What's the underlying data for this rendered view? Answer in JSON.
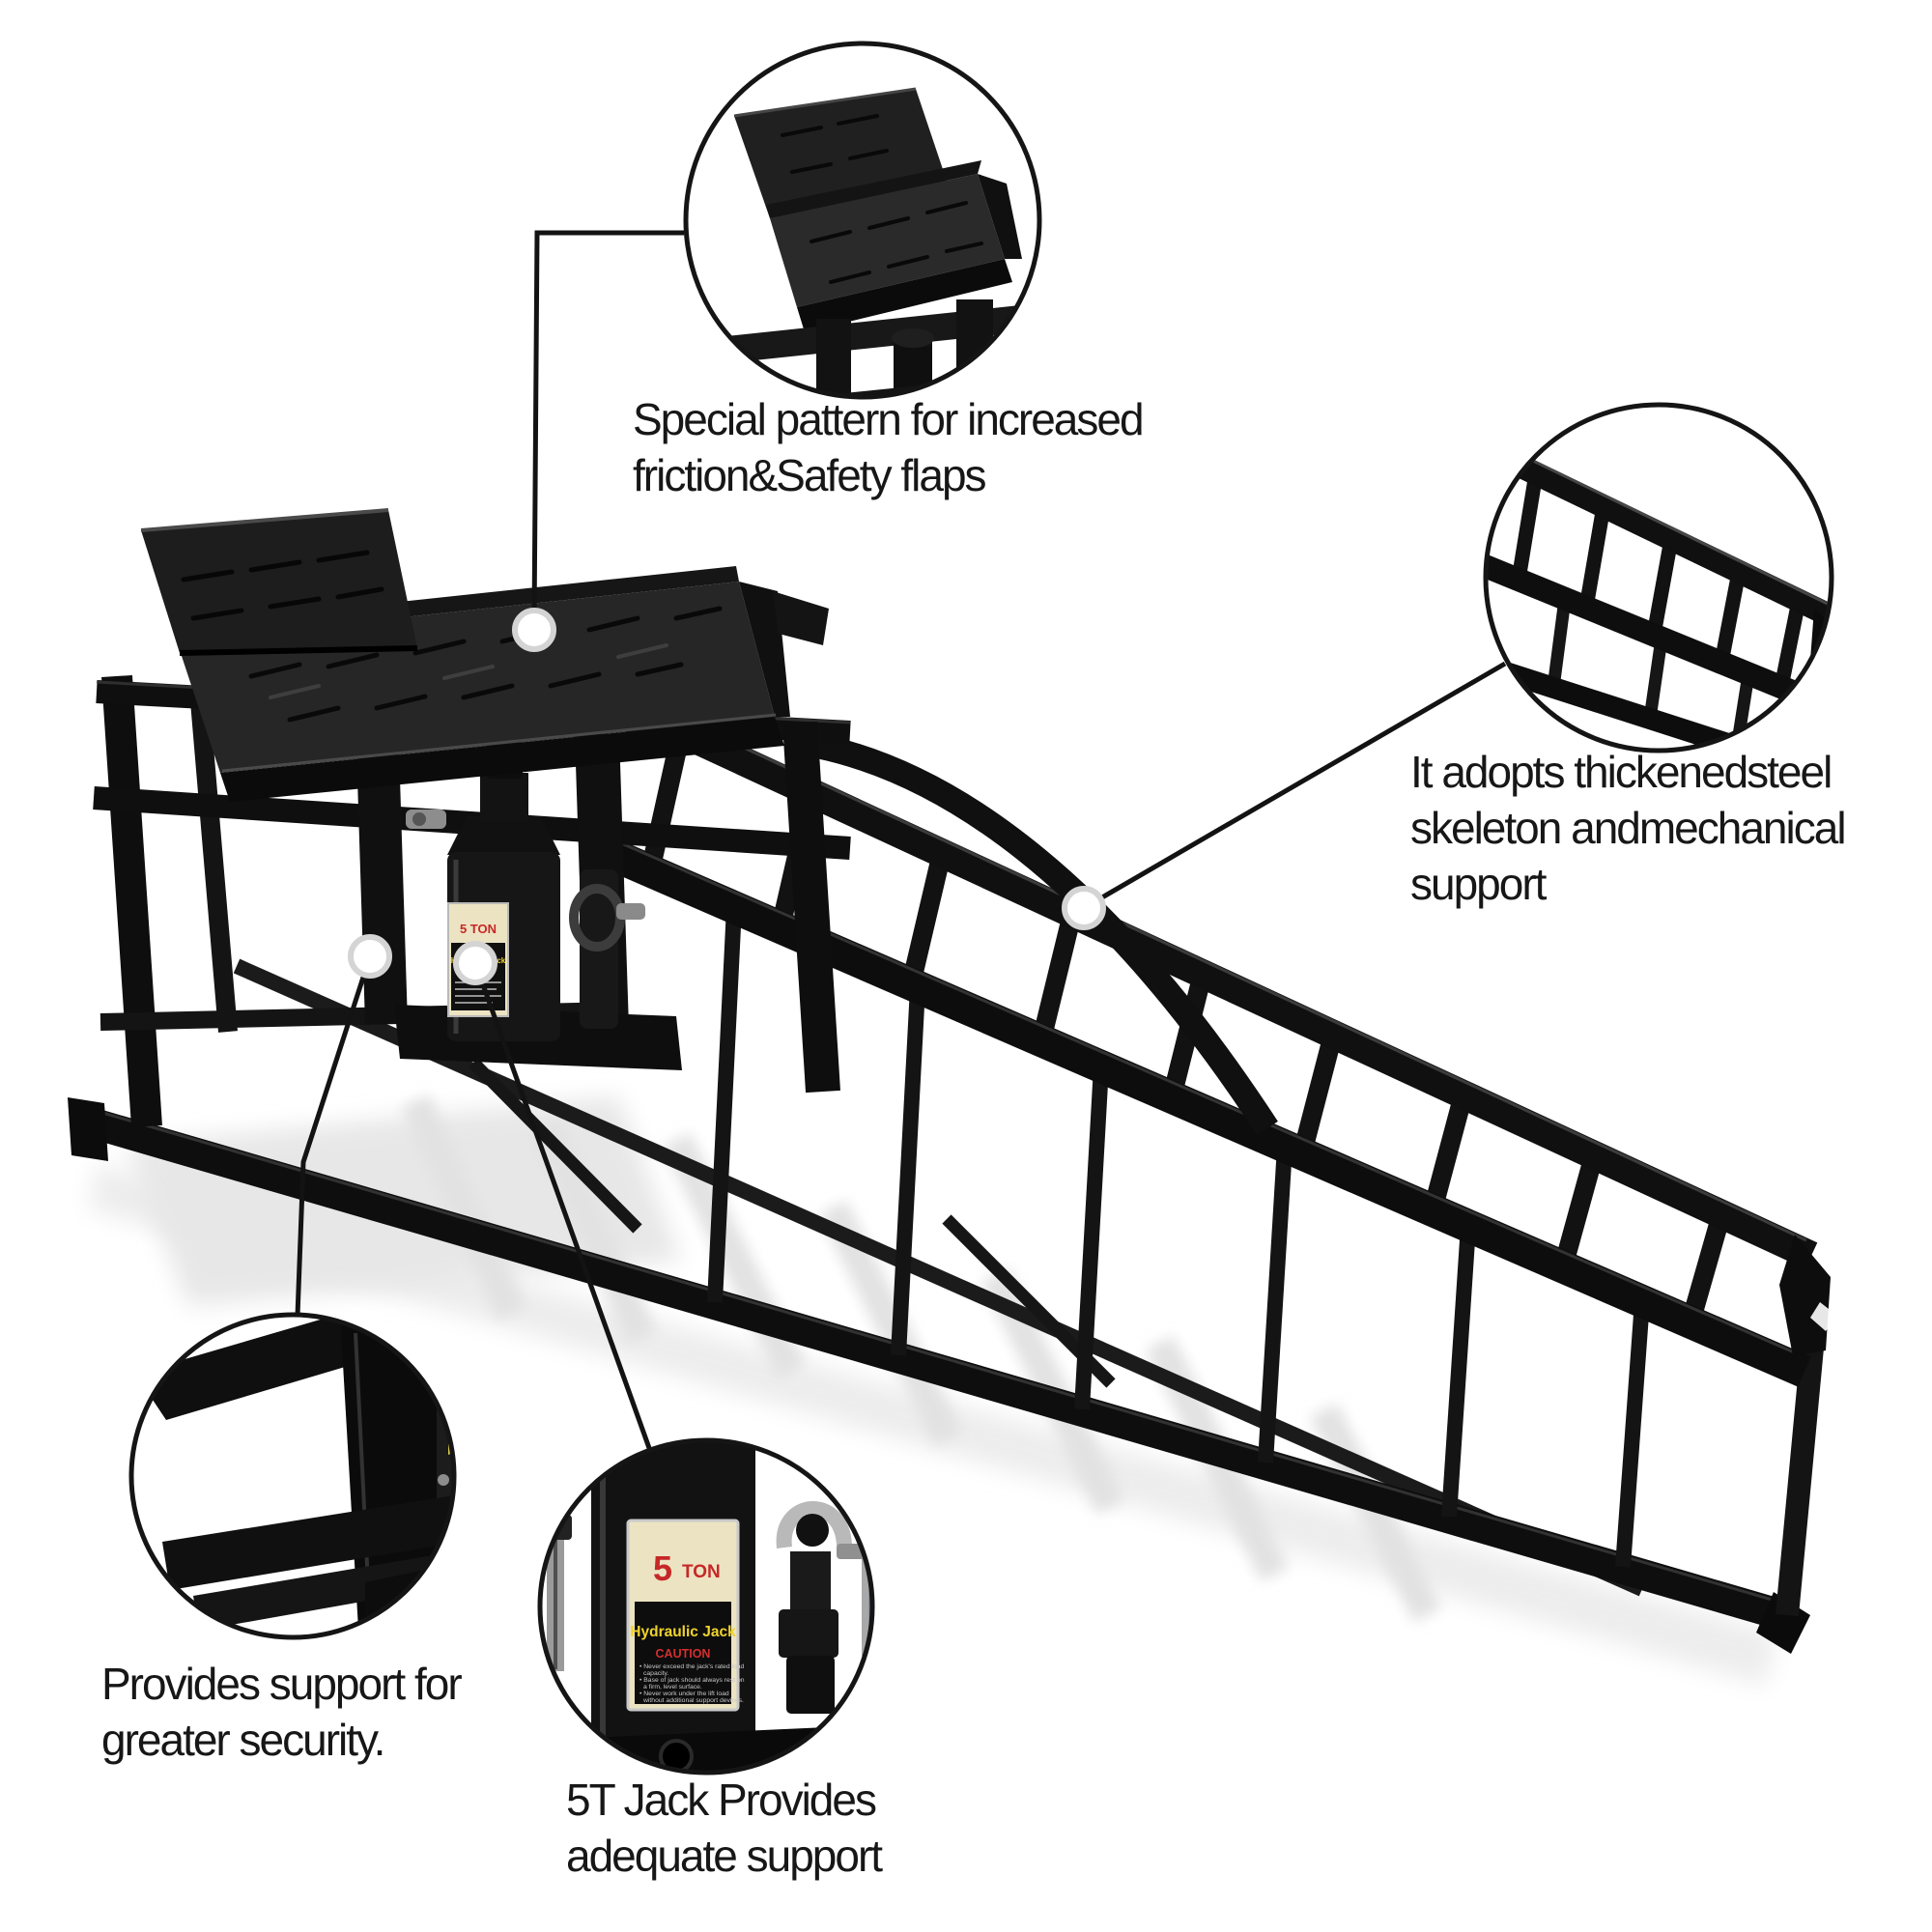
{
  "annotations": {
    "friction": {
      "lines": [
        "Special pattern for increased",
        "friction&Safety flaps"
      ]
    },
    "steel_skeleton": {
      "lines": [
        "It adopts thickenedsteel",
        "skeleton andmechanical",
        "support"
      ]
    },
    "security": {
      "lines": [
        "Provides support for",
        "greater security."
      ]
    },
    "jack_support": {
      "lines": [
        "5T Jack Provides",
        "adequate support"
      ]
    }
  },
  "jack_label": {
    "capacity": "5 TON",
    "capacity_number": "5",
    "capacity_unit": "TON",
    "product_name": "Hydraulic Jack",
    "warning_title": "CAUTION",
    "warning_lines": [
      "• Never exceed the jack's rated load",
      "capacity.",
      "• Base of jack should always rest on",
      "a firm, level surface.",
      "• Never work under the lift load",
      "without additional support devices."
    ]
  },
  "colors": {
    "label_cream": "#ece3c2",
    "label_red": "#c62828",
    "label_yellow": "#f0d42c",
    "caution_red": "#d23030",
    "fineprint_gray": "#c8c8c8",
    "line_black": "#131313",
    "steel_black": "#101010",
    "text_black": "#171717"
  }
}
